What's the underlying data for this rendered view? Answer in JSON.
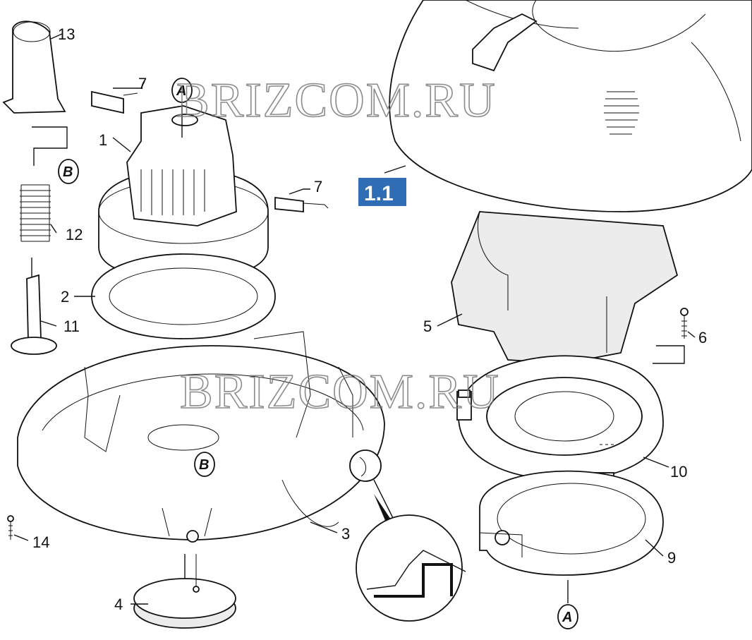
{
  "watermark": "BRIZCOM.RU",
  "badge": {
    "text": "1.1",
    "color": "#2f6db5"
  },
  "reference_letters": {
    "a": "A",
    "b": "B"
  },
  "callouts": [
    "1",
    "2",
    "3",
    "4",
    "5",
    "6",
    "7",
    "9",
    "10",
    "11",
    "12",
    "13",
    "14"
  ]
}
